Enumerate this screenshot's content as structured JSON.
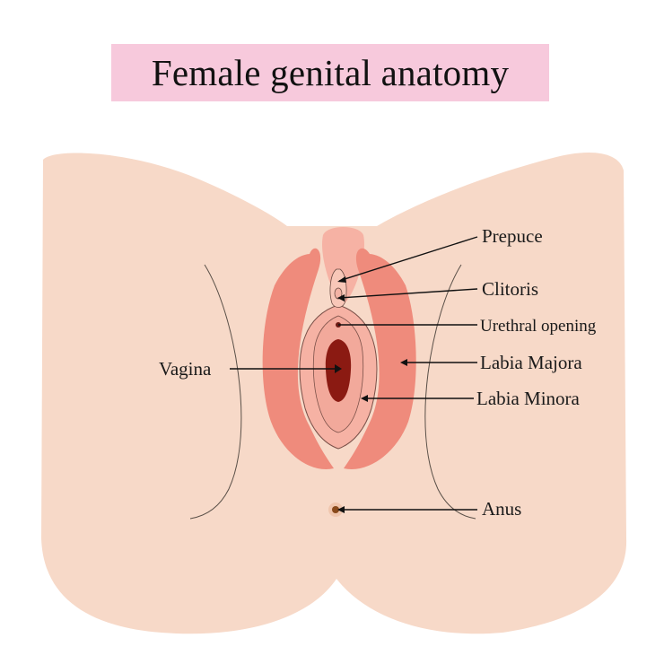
{
  "title": "Female genital anatomy",
  "labels": {
    "prepuce": "Prepuce",
    "clitoris": "Clitoris",
    "urethral_opening": "Urethral opening",
    "labia_majora": "Labia Majora",
    "labia_minora": "Labia Minora",
    "vagina": "Vagina",
    "anus": "Anus"
  },
  "colors": {
    "title_bg": "#f7c9dc",
    "skin": "#f7d9c8",
    "labia_majora": "#ef8b7c",
    "labia_minora": "#f6b2a4",
    "vestibule": "#f2a99b",
    "vagina": "#8b1a12",
    "anus": "#8a4a1c",
    "leader_line": "#111111"
  }
}
